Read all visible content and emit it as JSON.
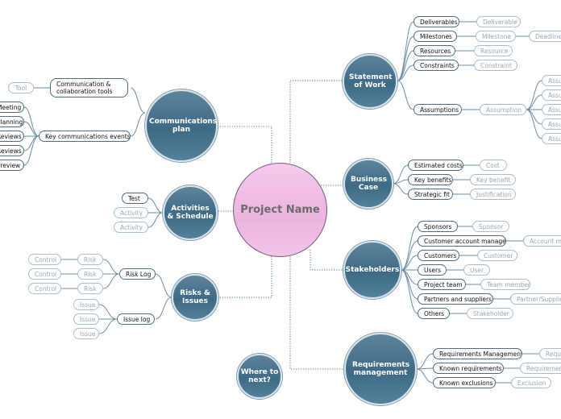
{
  "center": "Project Name",
  "where_next": "Where to next?",
  "main_nodes": {
    "statement_of_work": "Statement of Work",
    "business_case": "Business Case",
    "stakeholders": "Stakeholders",
    "requirements_management": "Requirements management",
    "communications_plan": "Communications plan",
    "activities_schedule": "Activities & Schedule",
    "risks_issues": "Risks & Issues"
  },
  "statement_of_work": {
    "deliverables": "Deliverables",
    "deliverable": "Deliverable",
    "milestones": "Milestones",
    "milestone": "Milestone",
    "deadline": "Deadline",
    "resources": "Resources",
    "resource": "Resource",
    "constraints": "Constraints",
    "constraint": "Constraint",
    "assumptions": "Assumptions",
    "assumption": "Assumption",
    "assumption_leaves": [
      "Assumption",
      "Assumption",
      "Assumption",
      "Assumption",
      "Assumption"
    ]
  },
  "business_case": {
    "estimated_costs": "Estimated costs",
    "cost": "Cost",
    "key_benefits": "Key benefits",
    "key_benefit": "Key benefit",
    "strategic_fit": "Strategic fit",
    "justification": "Justification"
  },
  "stakeholders": {
    "sponsors": "Sponsors",
    "sponsor": "Sponsor",
    "customer_account_manager": "Customer account manager",
    "account_manager": "Account manager",
    "customers": "Customers",
    "customer": "Customer",
    "users": "Users",
    "user": "User",
    "project_team": "Project team",
    "team_member": "Team member",
    "partners_and_suppliers": "Partners and suppliers",
    "partner_supplier": "Partner/Supplier",
    "others": "Others",
    "stakeholder": "Stakeholder"
  },
  "requirements": {
    "requirements_management": "Requirements Management",
    "requirement_tool": "Requirements tool",
    "known_requirements": "Known requirements",
    "requirement": "Requirement",
    "known_exclusions": "Known exclusions",
    "exclusion": "Exclusion"
  },
  "communications": {
    "collab_tools": "Communication & collaboration tools",
    "tool": "Tool",
    "key_events": "Key communications events",
    "events": [
      "Meeting",
      "Planning",
      "Reviews",
      "Reviews",
      "Preview"
    ]
  },
  "activities": {
    "test": "Test",
    "activity_1": "Activity",
    "activity_2": "Activity"
  },
  "risks": {
    "risk_log": "Risk Log",
    "risk": "Risk",
    "control": "Control",
    "issue_log": "Issue log",
    "issue": "Issue"
  },
  "colors": {
    "main_node": "#3d6a85",
    "center_node": "#eab4de",
    "link": "#6b8ea6",
    "light_pill_text": "#9aa7b2"
  }
}
